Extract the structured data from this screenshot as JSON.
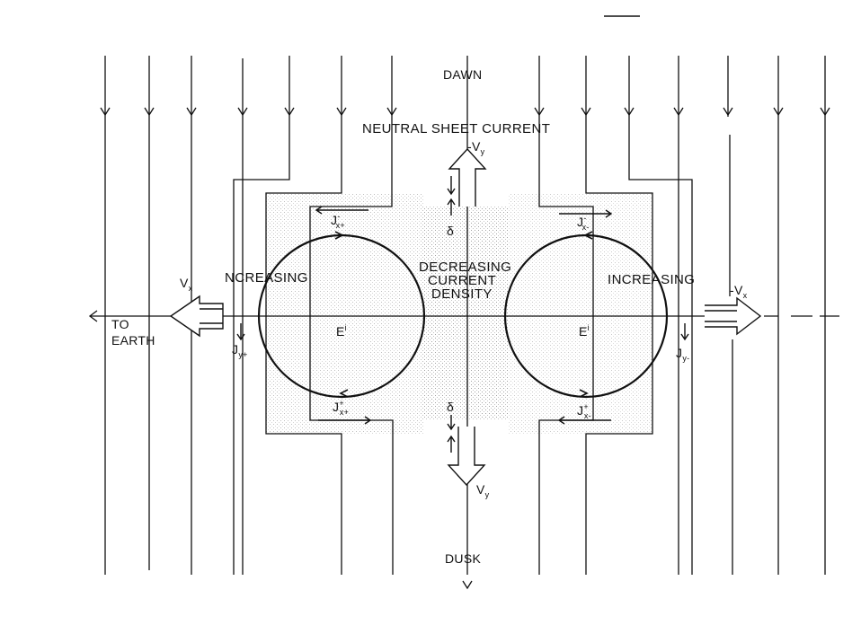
{
  "labels": {
    "dawn": "DAWN",
    "dusk": "DUSK",
    "neutral_sheet_current": "NEUTRAL SHEET CURRENT",
    "decreasing_line1": "DECREASING",
    "decreasing_line2": "CURRENT",
    "decreasing_line3": "DENSITY",
    "increasing_left": "NCREASING",
    "increasing_right": "INCREASING",
    "to_earth_line1": "TO",
    "to_earth_line2": "EARTH",
    "vx_left": "V",
    "vx_left_sub": "x",
    "vx_right": "-V",
    "vx_right_sub": "x",
    "vy_top": "-V",
    "vy_top_sub": "y",
    "vy_bottom": "V",
    "vy_bottom_sub": "y",
    "e_left": "E",
    "e_left_sup": "i",
    "e_right": "E",
    "e_right_sup": "i",
    "jy_plus": "J",
    "jy_plus_sub": "y+",
    "jy_minus": "J",
    "jy_minus_sub": "y-",
    "jx_tl": "J",
    "jx_tl_sub": "x+",
    "jx_tl_sup": "-",
    "jx_bl": "J",
    "jx_bl_sub": "x+",
    "jx_bl_sup": "+",
    "jx_tr": "J",
    "jx_tr_sub": "x-",
    "jx_tr_sup": "-",
    "jx_br": "J",
    "jx_br_sub": "x-",
    "jx_br_sup": "+",
    "delta_top": "δ",
    "delta_bottom": "δ"
  },
  "colors": {
    "ink": "#111111",
    "stipple": "#d9d9d9",
    "background": "#ffffff"
  }
}
